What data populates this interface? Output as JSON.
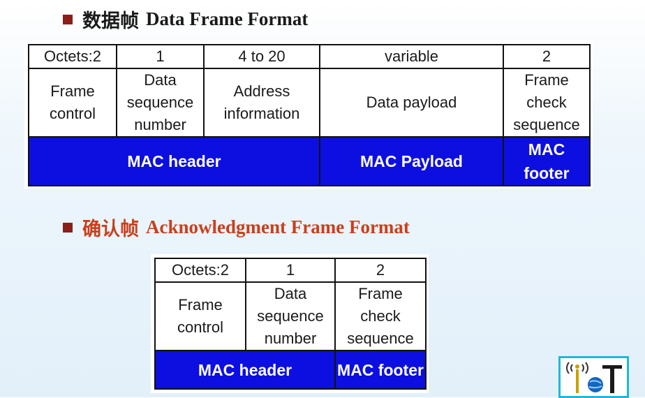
{
  "data_frame": {
    "title_cn": "数据帧",
    "title_en": "Data Frame Format",
    "octets": [
      "Octets:2",
      "1",
      "4 to 20",
      "variable",
      "2"
    ],
    "fields": [
      "Frame control",
      "Data sequence number",
      "Address information",
      "Data payload",
      "Frame check sequence"
    ],
    "sections": [
      "MAC header",
      "MAC Payload",
      "MAC footer"
    ]
  },
  "ack_frame": {
    "title_cn": "确认帧",
    "title_en": "Acknowledgment Frame Format",
    "octets": [
      "Octets:2",
      "1",
      "2"
    ],
    "fields": [
      "Frame control",
      "Data sequence number",
      "Frame check sequence"
    ],
    "sections": [
      "MAC header",
      "MAC footer"
    ]
  },
  "logo": {
    "text": "IoT"
  },
  "colors": {
    "mac_bar": "#0d0fe0",
    "title2": "#c8401c",
    "bullet": "#8a1f1a",
    "logo_border": "#1fb8d8"
  }
}
